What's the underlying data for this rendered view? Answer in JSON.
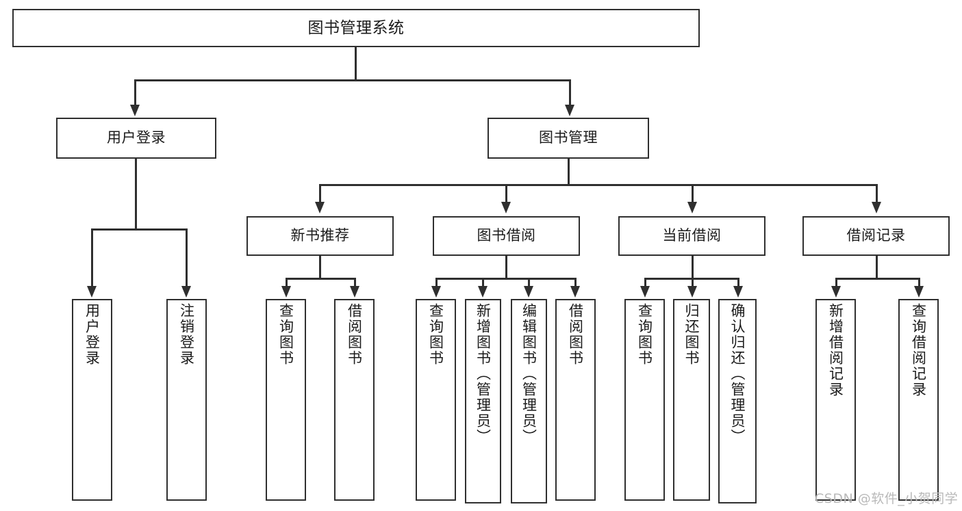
{
  "diagram": {
    "title": "图书管理系统",
    "type": "tree",
    "watermark": "CSDN @软件_小贺同学",
    "colors": {
      "stroke": "#2f2f2f",
      "fill": "#ffffff",
      "text": "#1b1b1b",
      "watermark": "#b9b9b9"
    },
    "root": {
      "label": "图书管理系统"
    },
    "level2": [
      {
        "label": "用户登录"
      },
      {
        "label": "图书管理"
      }
    ],
    "level3": [
      {
        "label": "新书推荐"
      },
      {
        "label": "图书借阅"
      },
      {
        "label": "当前借阅"
      },
      {
        "label": "借阅记录"
      }
    ],
    "leaves": {
      "user_login": [
        {
          "label": "用户登录"
        },
        {
          "label": "注销登录"
        }
      ],
      "new_book_recommend": [
        {
          "label": "查询图书"
        },
        {
          "label": "借阅图书"
        }
      ],
      "book_borrow": [
        {
          "label": "查询图书"
        },
        {
          "label": "新增图书（管理员）"
        },
        {
          "label": "编辑图书（管理员）"
        },
        {
          "label": "借阅图书"
        }
      ],
      "current_borrow": [
        {
          "label": "查询图书"
        },
        {
          "label": "归还图书"
        },
        {
          "label": "确认归还（管理员）"
        }
      ],
      "borrow_record": [
        {
          "label": "新增借阅记录"
        },
        {
          "label": "查询借阅记录"
        }
      ]
    }
  }
}
